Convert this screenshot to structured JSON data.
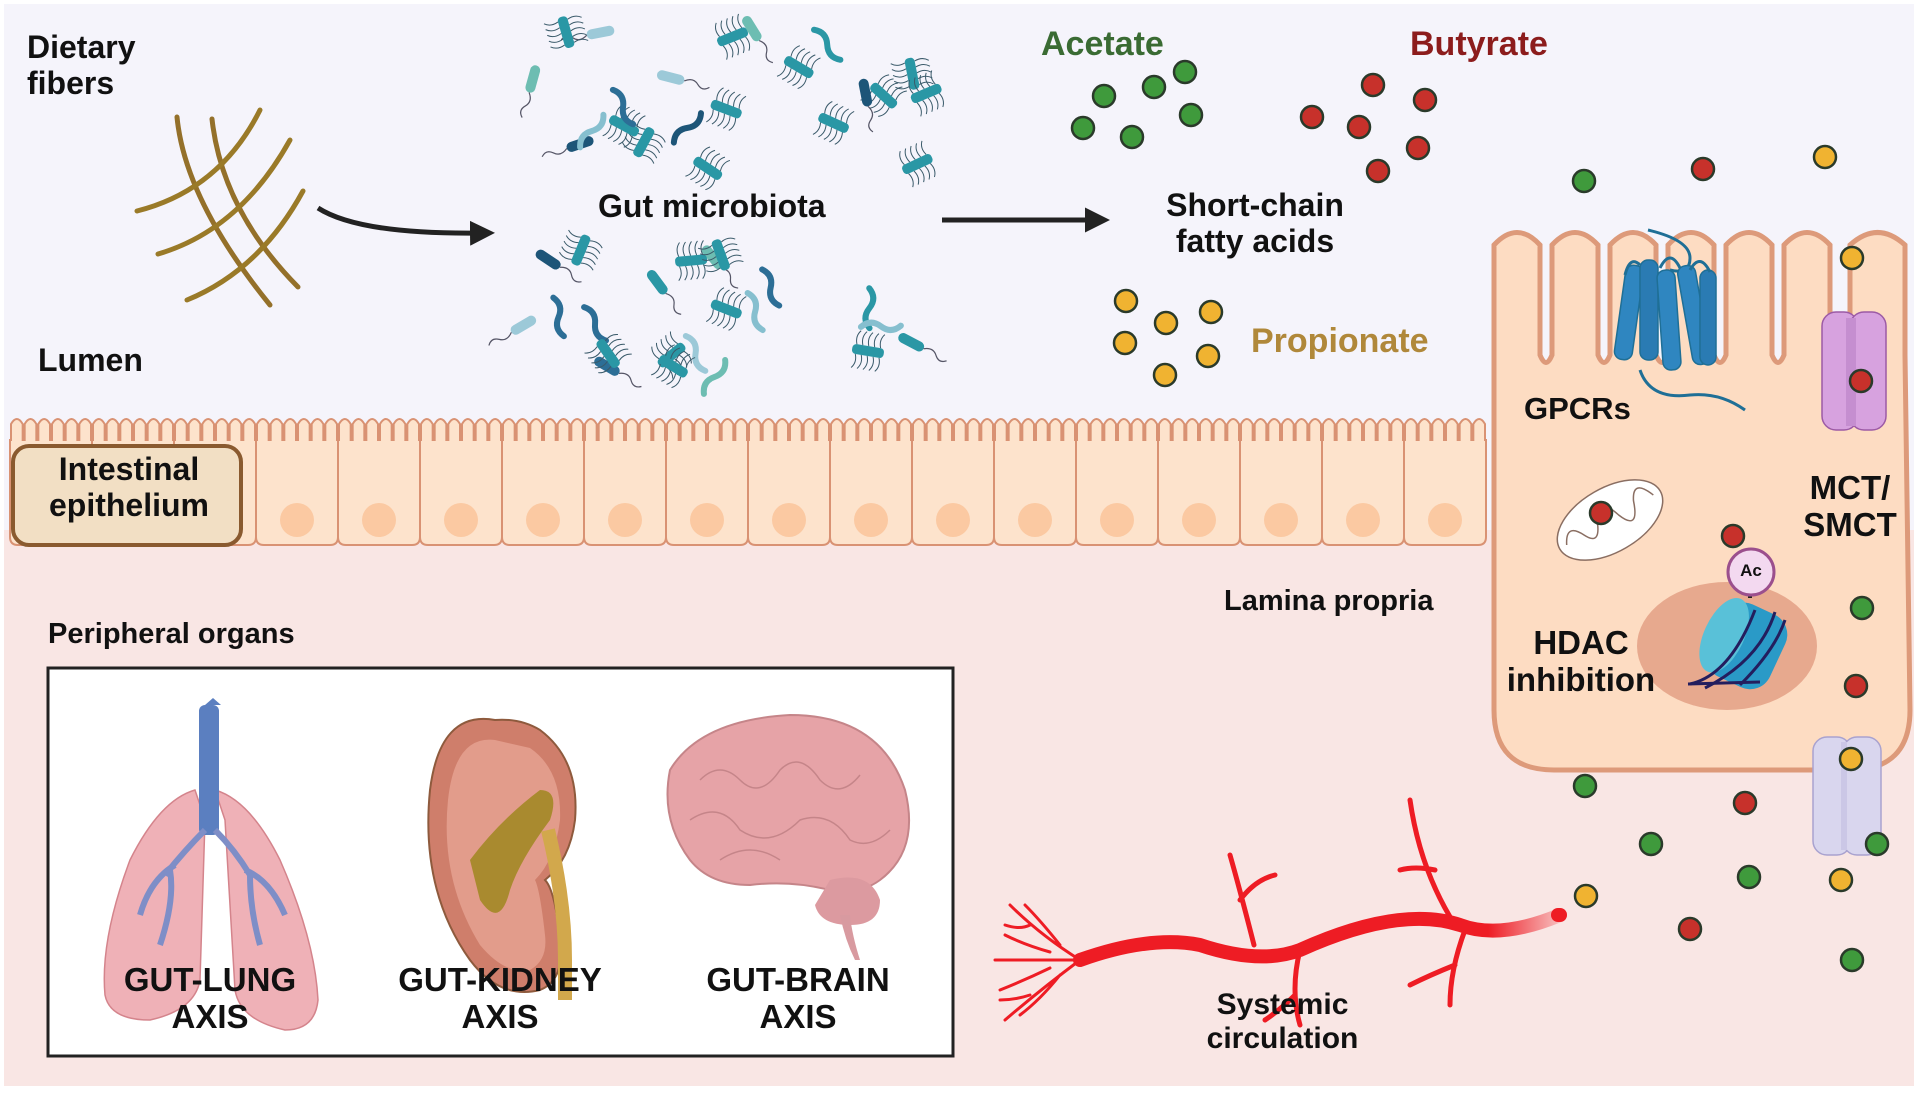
{
  "colors": {
    "lumen_bg": "#f5f4fb",
    "lamina_bg": "#f9e6e4",
    "cell_fill": "#fde3cc",
    "cell_stroke": "#d99273",
    "nucleus": "#fbc9a2",
    "acetate": "#3f9a3c",
    "butyrate": "#c7312b",
    "propionate": "#f0b331",
    "acetate_text": "#3a6b33",
    "butyrate_text": "#8c1c1c",
    "propionate_text": "#b0883a",
    "fiber": "#9a7a28",
    "vessel": "#ee1c24",
    "gpcr": "#2f86c0",
    "mct": "#dba8e3",
    "smct": "#d9d6ee"
  },
  "labels": {
    "dietary_fibers": [
      "Dietary",
      "fibers"
    ],
    "lumen": "Lumen",
    "gut_microbiota": "Gut microbiota",
    "acetate": "Acetate",
    "butyrate": "Butyrate",
    "propionate": "Propionate",
    "scfa": [
      "Short-chain",
      "fatty acids"
    ],
    "intestinal_epithelium": [
      "Intestinal",
      "epithelium"
    ],
    "lamina_propria": "Lamina propria",
    "gpcrs": "GPCRs",
    "mct_smct": [
      "MCT/",
      "SMCT"
    ],
    "hdac_inhibition": [
      "HDAC",
      "inhibition"
    ],
    "acetyl_tag": "Ac",
    "peripheral_organs": "Peripheral organs",
    "systemic_circulation": [
      "Systemic",
      "circulation"
    ]
  },
  "organs": [
    {
      "name": "lung",
      "label": [
        "GUT-LUNG",
        "AXIS"
      ]
    },
    {
      "name": "kidney",
      "label": [
        "GUT-KIDNEY",
        "AXIS"
      ]
    },
    {
      "name": "brain",
      "label": [
        "GUT-BRAIN",
        "AXIS"
      ]
    }
  ]
}
